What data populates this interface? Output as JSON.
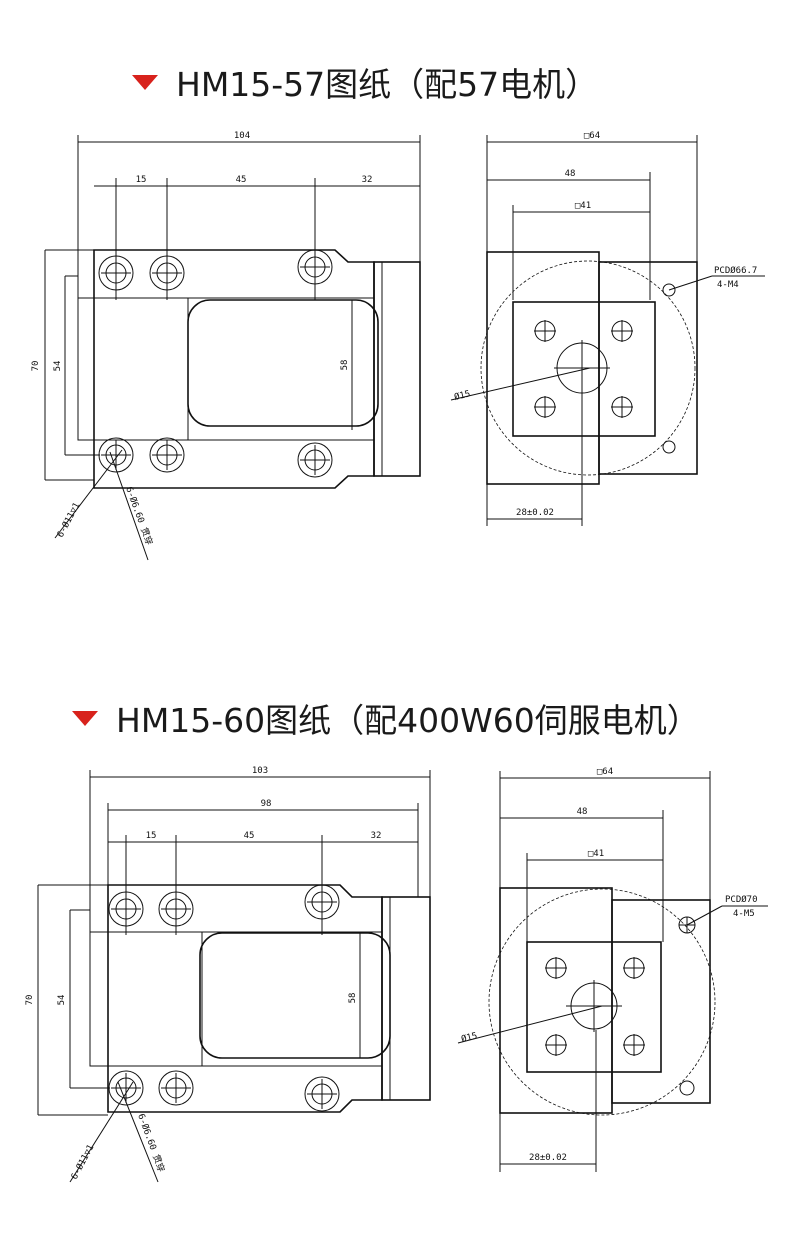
{
  "sections": [
    {
      "title": "HM15-57图纸（配57电机）",
      "side_view": {
        "overall_width": "104",
        "pitch_1": "15",
        "pitch_2": "45",
        "pitch_3": "32",
        "overall_height": "70",
        "inner_height": "54",
        "slot_height": "58",
        "hole_callout_1": "6-Ø11▽1",
        "hole_callout_2": "6-Ø6.60 贯穿"
      },
      "end_view": {
        "square_outer": "□64",
        "width_48": "48",
        "square_inner": "□41",
        "pcd": "PCDØ66.7",
        "thread": "4-M4",
        "bore": "Ø15",
        "offset": "28±0.02"
      }
    },
    {
      "title": "HM15-60图纸（配400W60伺服电机）",
      "side_view": {
        "overall_width": "103",
        "width_98": "98",
        "pitch_1": "15",
        "pitch_2": "45",
        "pitch_3": "32",
        "overall_height": "70",
        "inner_height": "54",
        "slot_height": "58",
        "hole_callout_1": "6-Ø11▽1",
        "hole_callout_2": "6-Ø6.60 贯穿"
      },
      "end_view": {
        "square_outer": "□64",
        "width_48": "48",
        "square_inner": "□41",
        "pcd": "PCDØ70",
        "thread": "4-M5",
        "bore": "Ø15",
        "offset": "28±0.02"
      }
    }
  ],
  "colors": {
    "accent": "#d8221c",
    "line": "#111111"
  }
}
